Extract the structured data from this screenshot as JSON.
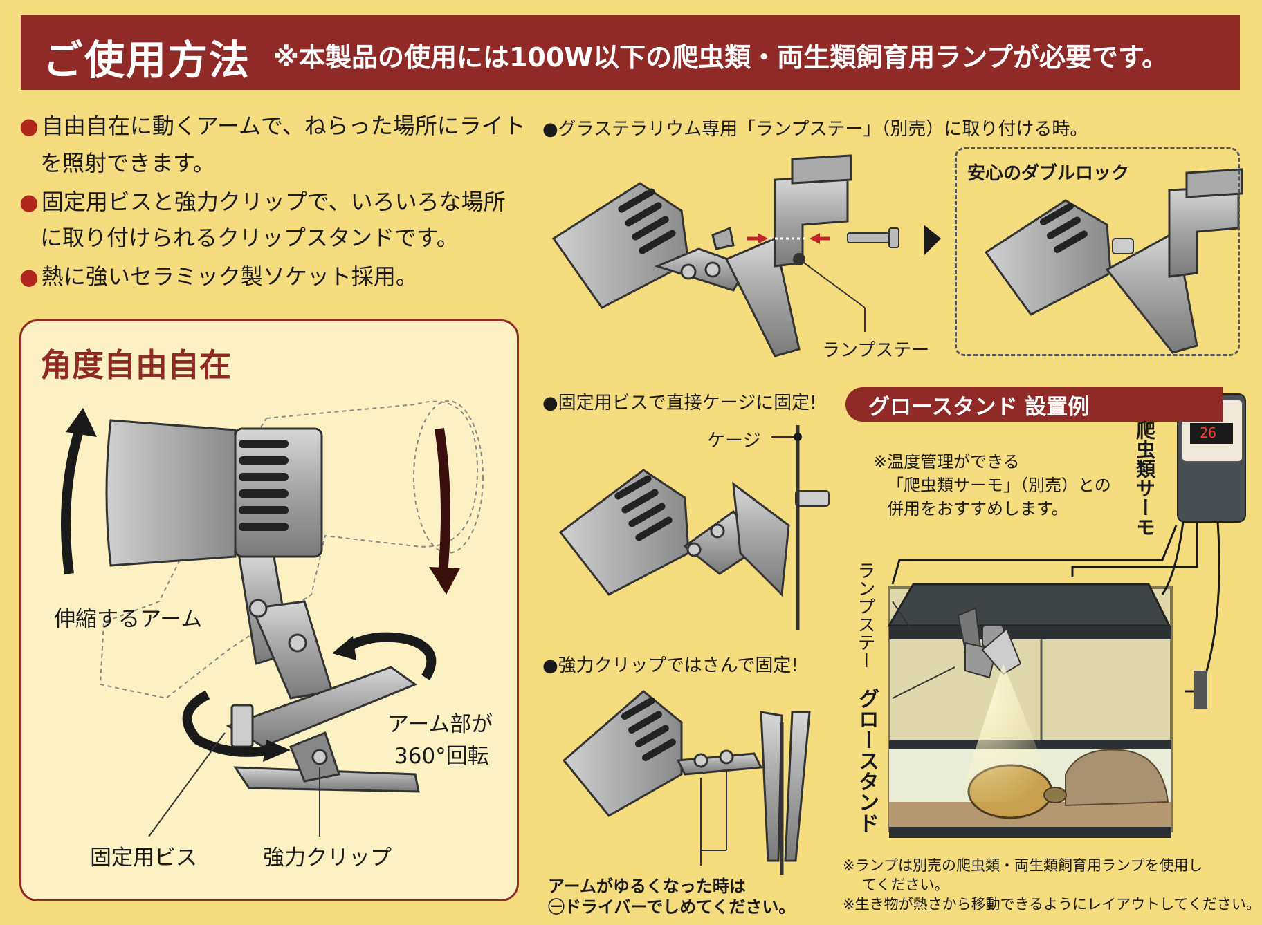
{
  "header": {
    "title": "ご使用方法",
    "note": "※本製品の使用には100W以下の爬虫類・両生類飼育用ランプが必要です。"
  },
  "features": [
    {
      "line1": "自由自在に動くアームで、ねらった場所にライト",
      "line2": "を照射できます。"
    },
    {
      "line1": "固定用ビスと強力クリップで、いろいろな場所",
      "line2": "に取り付けられるクリップスタンドです。"
    },
    {
      "line1": "熱に強いセラミック製ソケット採用。",
      "line2": ""
    }
  ],
  "bullet": "●",
  "angle_panel": {
    "title": "角度自由自在",
    "arm_label": "伸縮するアーム",
    "rotation_line1": "アーム部が",
    "rotation_line2": "360°回転",
    "screw_label": "固定用ビス",
    "clip_label": "強力クリップ"
  },
  "glass_section": {
    "heading": "●グラステラリウム専用「ランプステー」（別売）に取り付ける時。",
    "stay_label": "ランプステー",
    "double_lock": "安心のダブルロック"
  },
  "screw_section": {
    "heading": "●固定用ビスで直接ケージに固定!",
    "cage_label": "ケージ"
  },
  "clip_section": {
    "heading": "●強力クリップではさんで固定!",
    "note_line1": "アームがゆるくなった時は",
    "note_line2": "㊀ドライバーでしめてください。"
  },
  "grow_section": {
    "header": "グロースタンド 設置例",
    "thermo_note_line1": "※温度管理ができる",
    "thermo_note_line2": "「爬虫類サーモ」（別売）との",
    "thermo_note_line3": "併用をおすすめします。",
    "thermo_label": "爬虫類サーモ",
    "thermo_display": "26",
    "stay_label": "ランプステー",
    "stand_label": "グロースタンド",
    "footnote_line1": "※ランプは別売の爬虫類・両生類飼育用ランプを使用し",
    "footnote_line2": "てください。",
    "footnote_line3": "※生き物が熱さから移動できるようにレイアウトしてください。"
  },
  "colors": {
    "background": "#f5dc7e",
    "header_bg": "#8f2a27",
    "panel_bg": "#fcf1c2",
    "accent_red": "#b3261e",
    "metal": "#9a9a9a"
  }
}
